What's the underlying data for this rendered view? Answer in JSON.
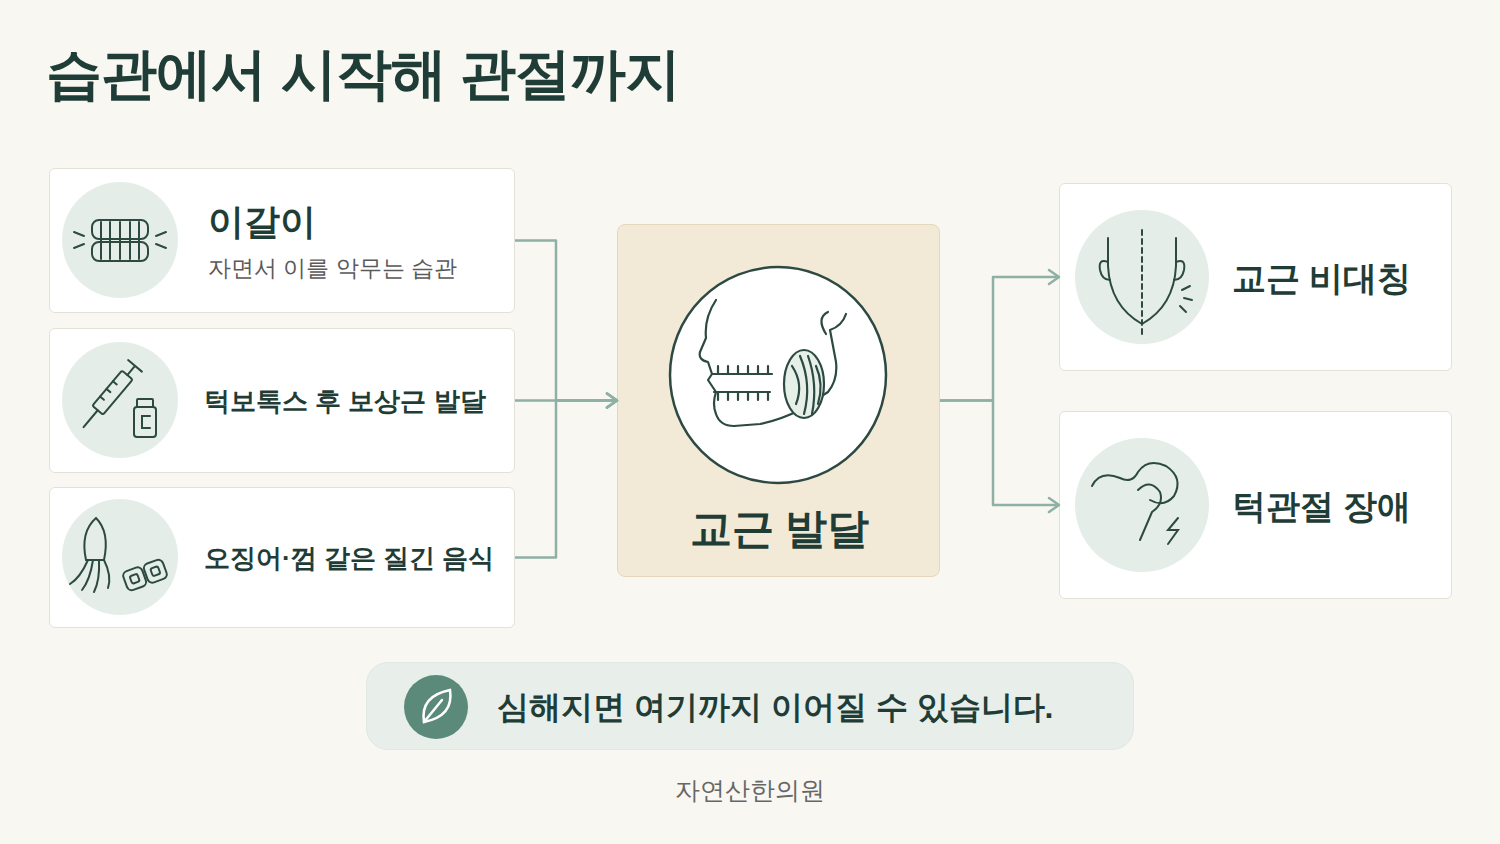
{
  "diagram": {
    "title": "습관에서 시작해 관절까지",
    "nodes": [
      {
        "text": [
          "이갈이",
          "자면서 이를 악무는 습관"
        ]
      },
      {
        "text": [
          "턱보톡스 후 보상근 발달"
        ]
      },
      {
        "text": [
          "오징어·껌 같은 질긴 음식"
        ]
      },
      {
        "text": [
          "교근 발달"
        ]
      },
      {
        "text": [
          "교근 비대칭"
        ]
      },
      {
        "text": [
          "턱관절 장애"
        ]
      },
      {
        "text": [
          "심해지면 여기까지 이어질 수 있습니다."
        ]
      }
    ],
    "edges": [
      {
        "from": 0,
        "to": 3,
        "arrow": "to"
      },
      {
        "from": 1,
        "to": 3,
        "arrow": "to"
      },
      {
        "from": 2,
        "to": 3,
        "arrow": "to"
      },
      {
        "from": 3,
        "to": 4,
        "arrow": "to"
      },
      {
        "from": 3,
        "to": 5,
        "arrow": "to"
      }
    ],
    "labels": [
      "자연산한의원"
    ]
  }
}
